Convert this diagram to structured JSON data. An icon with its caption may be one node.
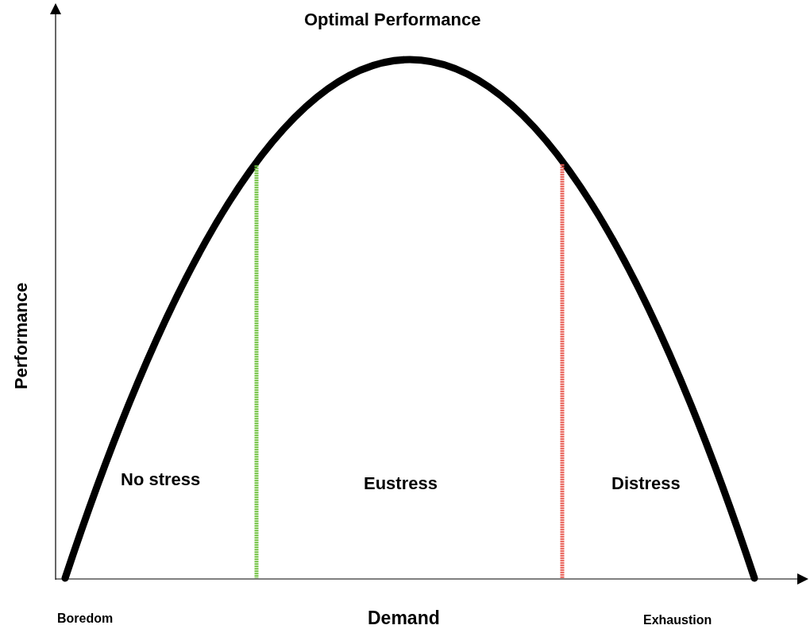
{
  "diagram": {
    "title": "Optimal Performance",
    "labels": [
      "Performance",
      "No stress",
      "Eustress",
      "Distress",
      "Boredom",
      "Demand",
      "Exhaustion"
    ]
  }
}
